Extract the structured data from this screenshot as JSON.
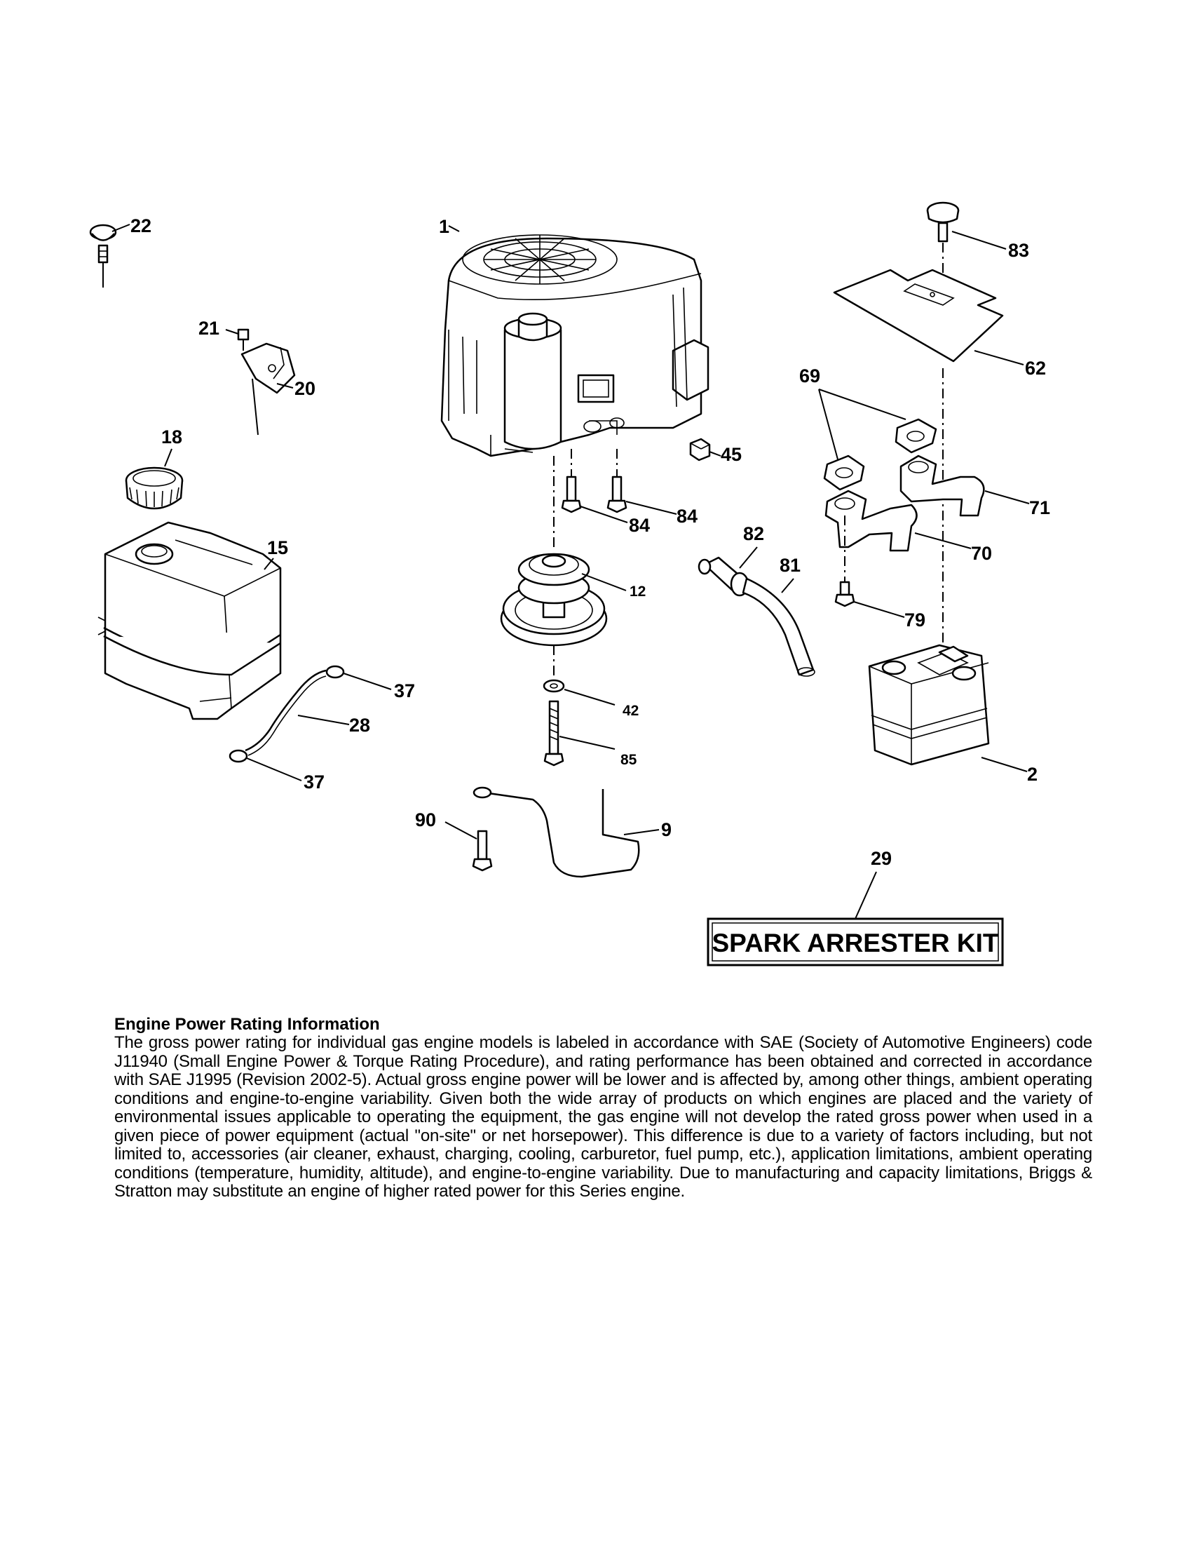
{
  "callouts": {
    "p1": "1",
    "p2": "2",
    "p9": "9",
    "p12": "12",
    "p15": "15",
    "p18": "18",
    "p20": "20",
    "p21": "21",
    "p22": "22",
    "p28": "28",
    "p29": "29",
    "p37a": "37",
    "p37b": "37",
    "p42": "42",
    "p45": "45",
    "p62": "62",
    "p69": "69",
    "p70": "70",
    "p71": "71",
    "p79": "79",
    "p81": "81",
    "p82": "82",
    "p83": "83",
    "p84a": "84",
    "p84b": "84",
    "p85": "85",
    "p90": "90"
  },
  "kit_label": "SPARK ARRESTER KIT",
  "info": {
    "title": "Engine Power Rating Information",
    "body": "The gross power rating for individual gas engine models is labeled in accordance with SAE (Society of Automotive Engineers) code J11940 (Small Engine Power & Torque Rating Procedure), and rating performance has been obtained and corrected in accordance with SAE J1995 (Revision 2002-5). Actual gross engine power will be lower and is affected by, among other things, ambient operating conditions and engine-to-engine variability. Given both the wide array of products on which engines are placed and the variety of environmental issues applicable to operating the equipment, the gas engine will not develop the rated gross power when used in a given piece of power equipment (actual \"on-site\" or net horsepower). This difference is due to a variety of factors including, but not limited to, accessories (air cleaner, exhaust, charging, cooling, carburetor, fuel pump, etc.), application limitations, ambient operating conditions (temperature, humidity, altitude), and engine-to-engine variability. Due to manufacturing and capacity limitations, Briggs & Stratton may substitute an engine of higher rated power for this Series engine."
  }
}
